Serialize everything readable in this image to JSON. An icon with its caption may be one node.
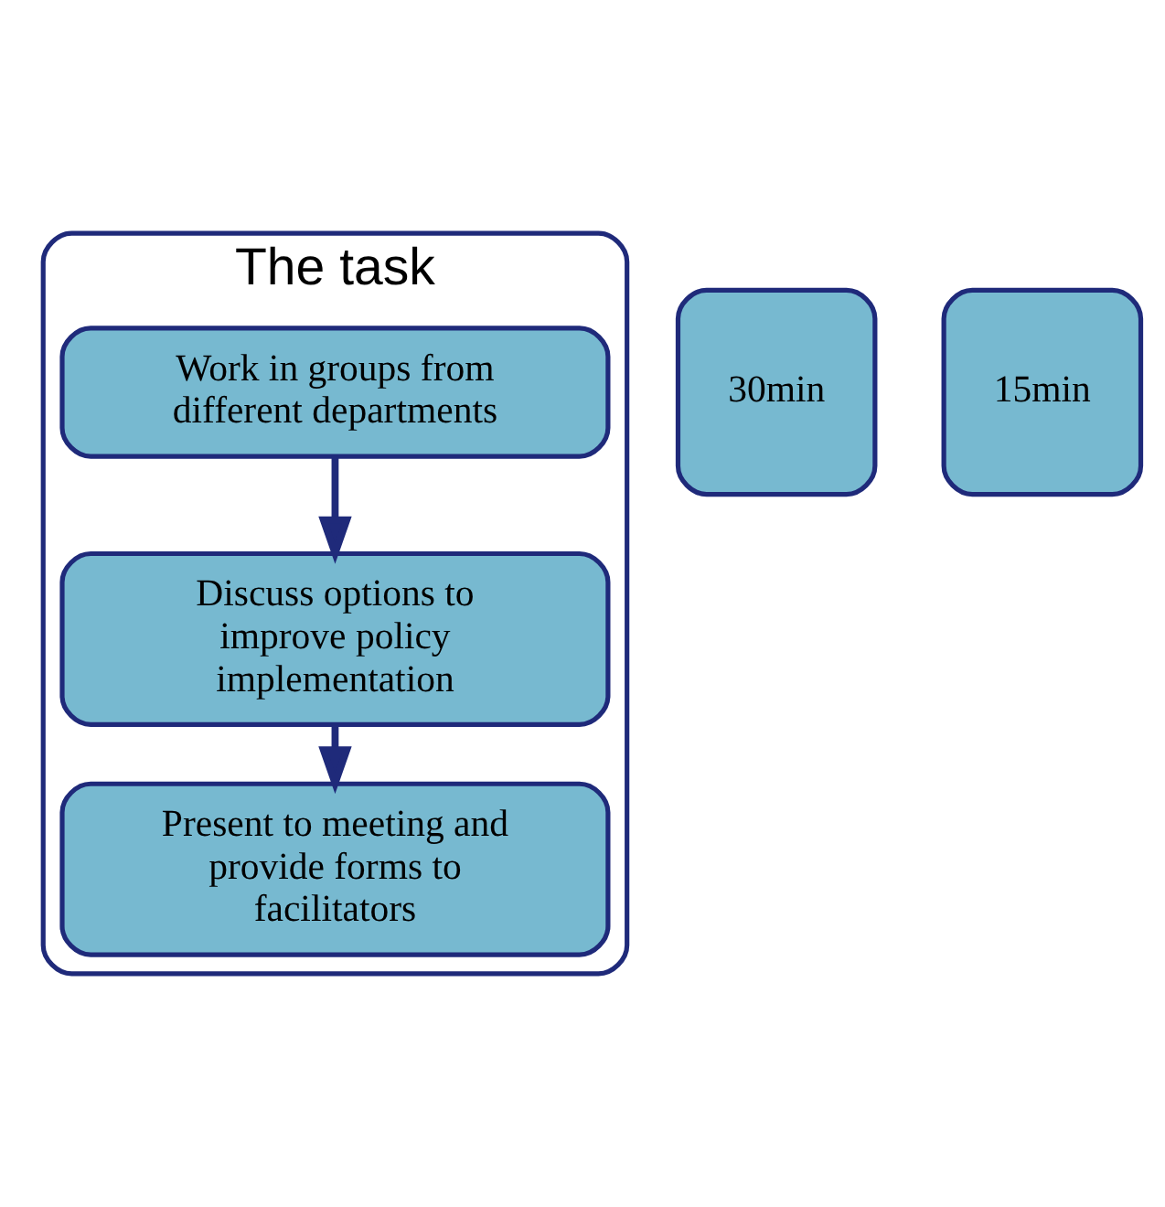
{
  "diagram": {
    "nodes": [
      {
        "text": [
          "The task"
        ]
      },
      {
        "text": [
          "Work in groups from different departments"
        ],
        "in": 0
      },
      {
        "text": [
          "Discuss options to improve policy implementation"
        ],
        "in": 0
      },
      {
        "text": [
          "Present to meeting and provide forms to facilitators"
        ],
        "in": 0
      },
      {
        "text": [
          "30min"
        ]
      },
      {
        "text": [
          "15min"
        ]
      }
    ],
    "edges": [
      {
        "from": 1,
        "to": 2,
        "arrow": "to"
      },
      {
        "from": 2,
        "to": 3,
        "arrow": "to"
      }
    ]
  }
}
